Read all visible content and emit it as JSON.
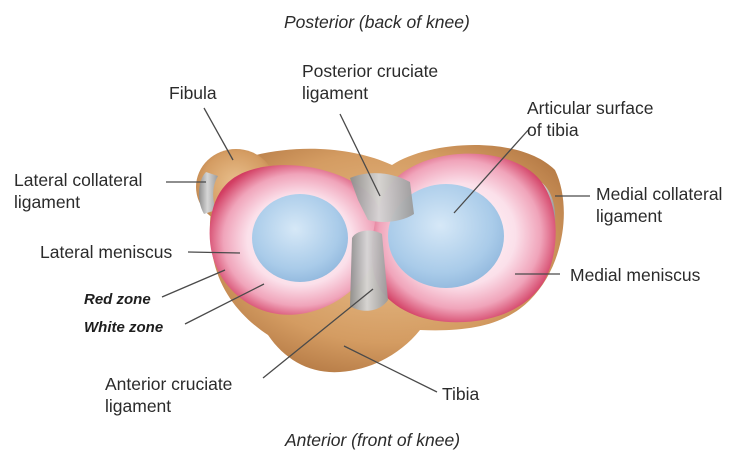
{
  "orientation": {
    "top": "Posterior (back of knee)",
    "bottom": "Anterior (front of knee)"
  },
  "labels": {
    "fibula": "Fibula",
    "pcl_line1": "Posterior cruciate",
    "pcl_line2": "ligament",
    "articular_line1": "Articular surface",
    "articular_line2": "of tibia",
    "lcl_line1": "Lateral collateral",
    "lcl_line2": "ligament",
    "mcl_line1": "Medial collateral",
    "mcl_line2": "ligament",
    "lateral_meniscus": "Lateral meniscus",
    "medial_meniscus": "Medial meniscus",
    "red_zone": "Red zone",
    "white_zone": "White zone",
    "acl_line1": "Anterior cruciate",
    "acl_line2": "ligament",
    "tibia": "Tibia"
  },
  "colors": {
    "bone": "#d8a46c",
    "meniscus_red": "#dd4f6f",
    "meniscus_white": "#fbe3ec",
    "cartilage": "#a9cbe9",
    "ligament": "#b4b4b4",
    "leader_line": "#4a4a4a"
  }
}
